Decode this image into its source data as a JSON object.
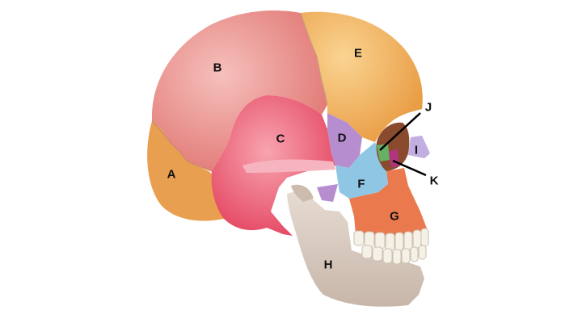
{
  "diagram": {
    "labels": {
      "a": "A",
      "b": "B",
      "c": "C",
      "d": "D",
      "e": "E",
      "f": "F",
      "g": "G",
      "h": "H",
      "i": "I",
      "j": "J",
      "k": "K"
    },
    "colors": {
      "occipital": "#e8a050",
      "parietal": "#ea8a86",
      "temporal": "#ee5a74",
      "sphenoid": "#b68ed0",
      "frontal": "#f2b45a",
      "zygomatic": "#8fc6e4",
      "maxilla": "#ea7a4e",
      "mandible": "#d9cbc0",
      "nasal": "#c2aee0",
      "ethmoid": "#66b066",
      "lacrimal": "#b0347e",
      "teeth": "#f6f1e6"
    }
  }
}
